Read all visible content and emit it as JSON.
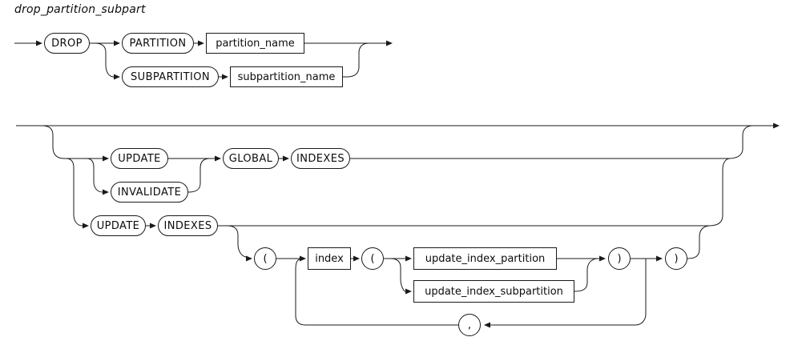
{
  "diagram": {
    "title": "drop_partition_subpart",
    "colors": {
      "line": "#1a1a1a",
      "background": "#ffffff",
      "text": "#0c0c0c"
    },
    "nodes": {
      "drop": "DROP",
      "partition": "PARTITION",
      "partition_name": "partition_name",
      "subpartition": "SUBPARTITION",
      "subpartition_name": "subpartition_name",
      "update_top": "UPDATE",
      "invalidate": "INVALIDATE",
      "global": "GLOBAL",
      "indexes_global": "INDEXES",
      "update_bottom": "UPDATE",
      "indexes_bottom": "INDEXES",
      "open_paren_outer": "(",
      "index": "index",
      "open_paren_inner": "(",
      "update_index_partition": "update_index_partition",
      "update_index_subpartition": "update_index_subpartition",
      "close_paren_inner": ")",
      "close_paren_outer": ")",
      "comma": ","
    }
  }
}
